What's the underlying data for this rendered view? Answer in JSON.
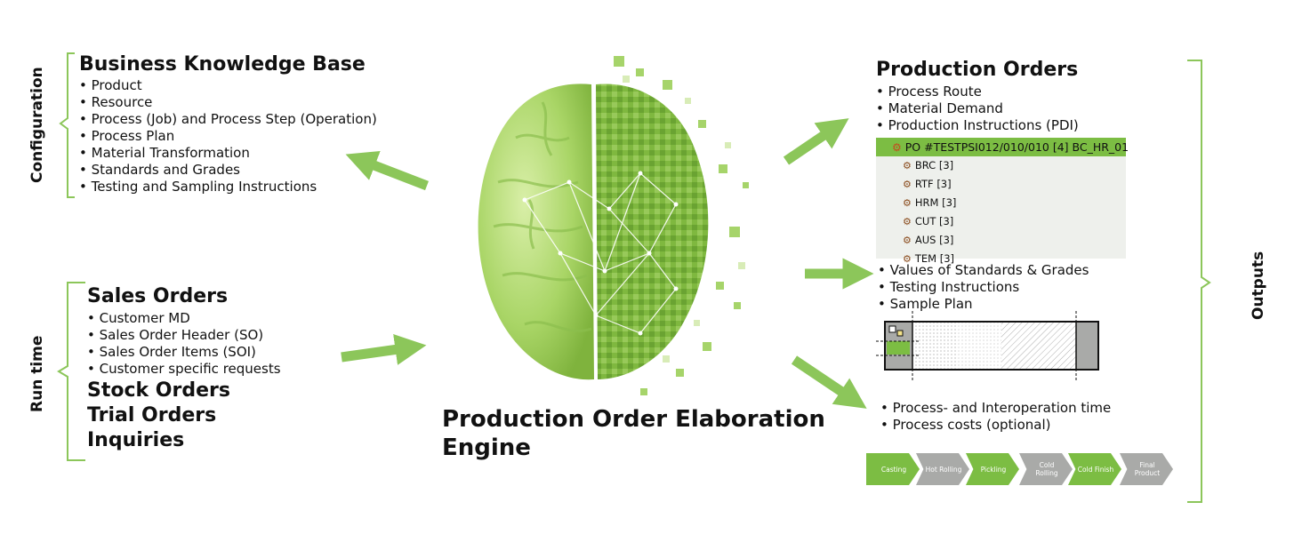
{
  "left": {
    "config_label": "Configuration",
    "runtime_label": "Run time",
    "kb_title": "Business Knowledge Base",
    "kb_items": [
      "Product",
      "Resource",
      "Process (Job) and Process Step (Operation)",
      "Process Plan",
      "Material Transformation",
      "Standards and Grades",
      "Testing and Sampling Instructions"
    ],
    "so_title": "Sales Orders",
    "so_items": [
      "Customer MD",
      "Sales Order Header (SO)",
      "Sales Order Items (SOI)",
      "Customer specific requests"
    ],
    "other_orders": [
      "Stock Orders",
      "Trial Orders",
      "Inquiries"
    ]
  },
  "center": {
    "engine_title_line1": "Production Order Elaboration",
    "engine_title_line2": "Engine"
  },
  "right": {
    "outputs_label": "Outputs",
    "po_title": "Production Orders",
    "po_items": [
      "Process Route",
      "Material Demand",
      "Production Instructions (PDI)"
    ],
    "tree_header": "PO #TESTPSI012/010/010 [4] BC_HR_01",
    "tree_items": [
      "BRC [3]",
      "RTF [3]",
      "HRM [3]",
      "CUT [3]",
      "AUS [3]",
      "TEM [3]"
    ],
    "mid_items": [
      "Values of Standards & Grades",
      "Testing Instructions",
      "Sample Plan"
    ],
    "time_items": [
      "Process- and Interoperation time",
      "Process costs (optional)"
    ],
    "process_steps": [
      "Casting",
      "Hot Rolling",
      "Pickling",
      "Cold Rolling",
      "Cold Finish",
      "Final Product"
    ]
  },
  "colors": {
    "accent_green": "#7cbd43",
    "light_green": "#9fd06a",
    "grey": "#a9aaa8"
  }
}
